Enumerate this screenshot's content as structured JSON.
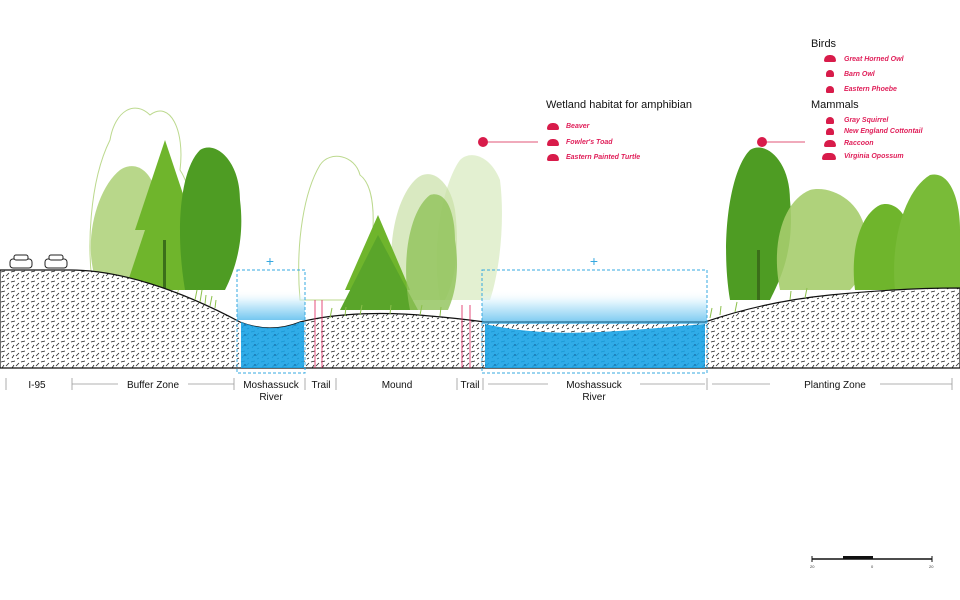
{
  "zones": {
    "i95": "I-95",
    "buffer": "Buffer Zone",
    "river1_line1": "Moshassuck",
    "river1_line2": "River",
    "trail1": "Trail",
    "mound": "Mound",
    "trail2": "Trail",
    "river2_line1": "Moshassuck",
    "river2_line2": "River",
    "planting": "Planting Zone"
  },
  "wetland": {
    "title": "Wetland habitat for amphibian",
    "species": [
      "Beaver",
      "Fowler's Toad",
      "Eastern Painted Turtle"
    ]
  },
  "birds": {
    "title": "Birds",
    "species": [
      "Great Horned Owl",
      "Barn Owl",
      "Eastern Phoebe"
    ]
  },
  "mammals": {
    "title": "Mammals",
    "species": [
      "Gray Squirrel",
      "New England Cottontail",
      "Raccoon",
      "Virginia Opossum"
    ]
  },
  "scalebar": {
    "left": "20",
    "mid": "0",
    "right": "20"
  },
  "colors": {
    "accent": "#e0205a",
    "water": "#1aa3e6",
    "tree_dark": "#3f8f1f",
    "tree_mid": "#6fb52c",
    "tree_light": "#b9d98c",
    "marker_blue": "#36a8e0"
  }
}
